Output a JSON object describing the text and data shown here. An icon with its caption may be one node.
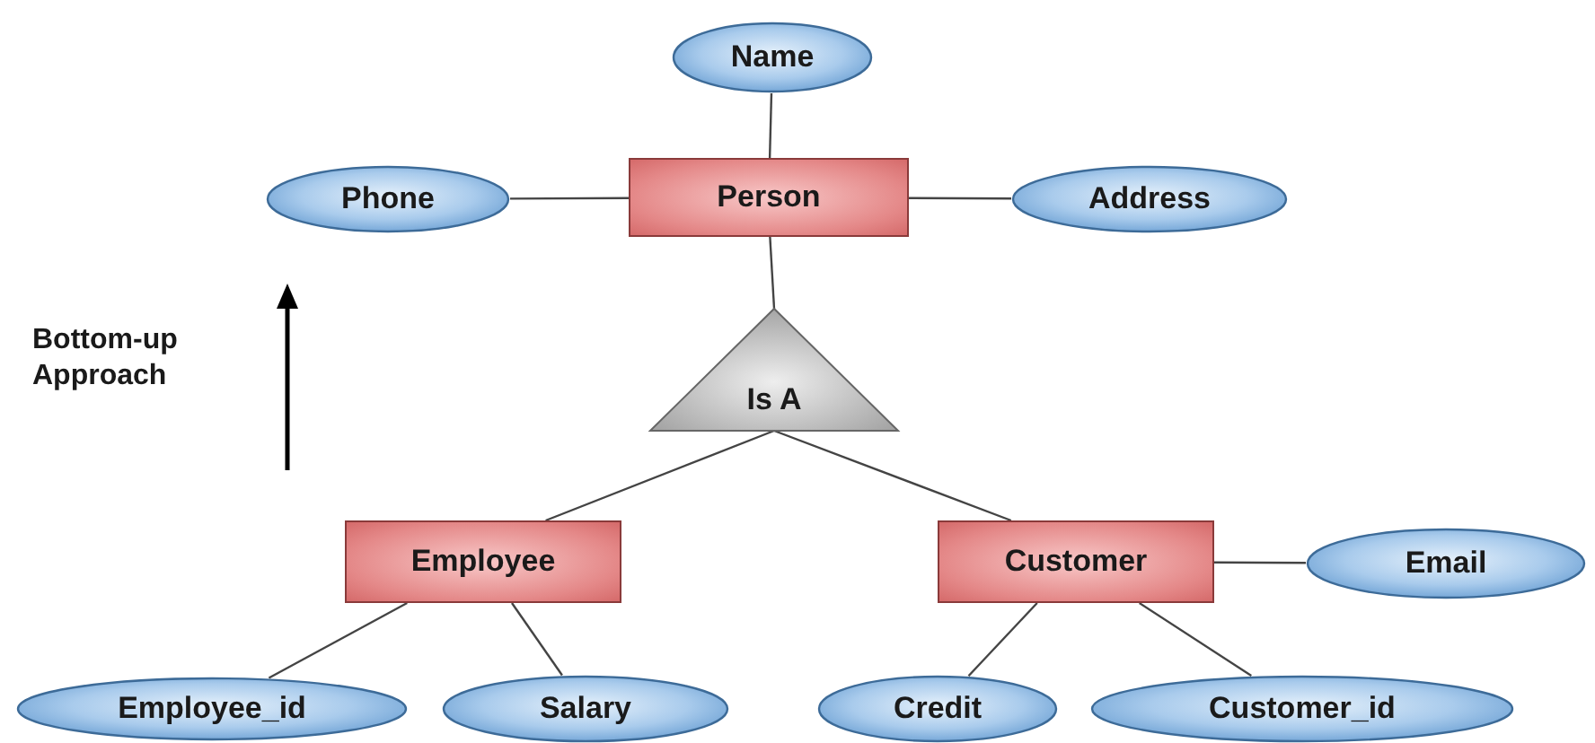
{
  "diagram": {
    "nodes": [
      {
        "text": [
          "Name"
        ]
      },
      {
        "text": [
          "Phone"
        ]
      },
      {
        "text": [
          "Person"
        ]
      },
      {
        "text": [
          "Address"
        ]
      },
      {
        "text": [
          "Is A"
        ]
      },
      {
        "text": [
          "Employee"
        ]
      },
      {
        "text": [
          "Customer"
        ]
      },
      {
        "text": [
          "Email"
        ]
      },
      {
        "text": [
          "Employee_id"
        ]
      },
      {
        "text": [
          "Salary"
        ]
      },
      {
        "text": [
          "Credit"
        ]
      },
      {
        "text": [
          "Customer_id"
        ]
      }
    ],
    "edges": [
      {
        "from": 0,
        "to": 2,
        "arrow": "none"
      },
      {
        "from": 1,
        "to": 2,
        "arrow": "none"
      },
      {
        "from": 2,
        "to": 3,
        "arrow": "none"
      },
      {
        "from": 2,
        "to": 4,
        "arrow": "none"
      },
      {
        "from": 4,
        "to": 5,
        "arrow": "none"
      },
      {
        "from": 4,
        "to": 6,
        "arrow": "none"
      },
      {
        "from": 6,
        "to": 7,
        "arrow": "none"
      },
      {
        "from": 5,
        "to": 8,
        "arrow": "none"
      },
      {
        "from": 5,
        "to": 9,
        "arrow": "none"
      },
      {
        "from": 6,
        "to": 10,
        "arrow": "none"
      },
      {
        "from": 6,
        "to": 11,
        "arrow": "none"
      }
    ],
    "labels": [
      "Bottom-up Approach"
    ]
  }
}
